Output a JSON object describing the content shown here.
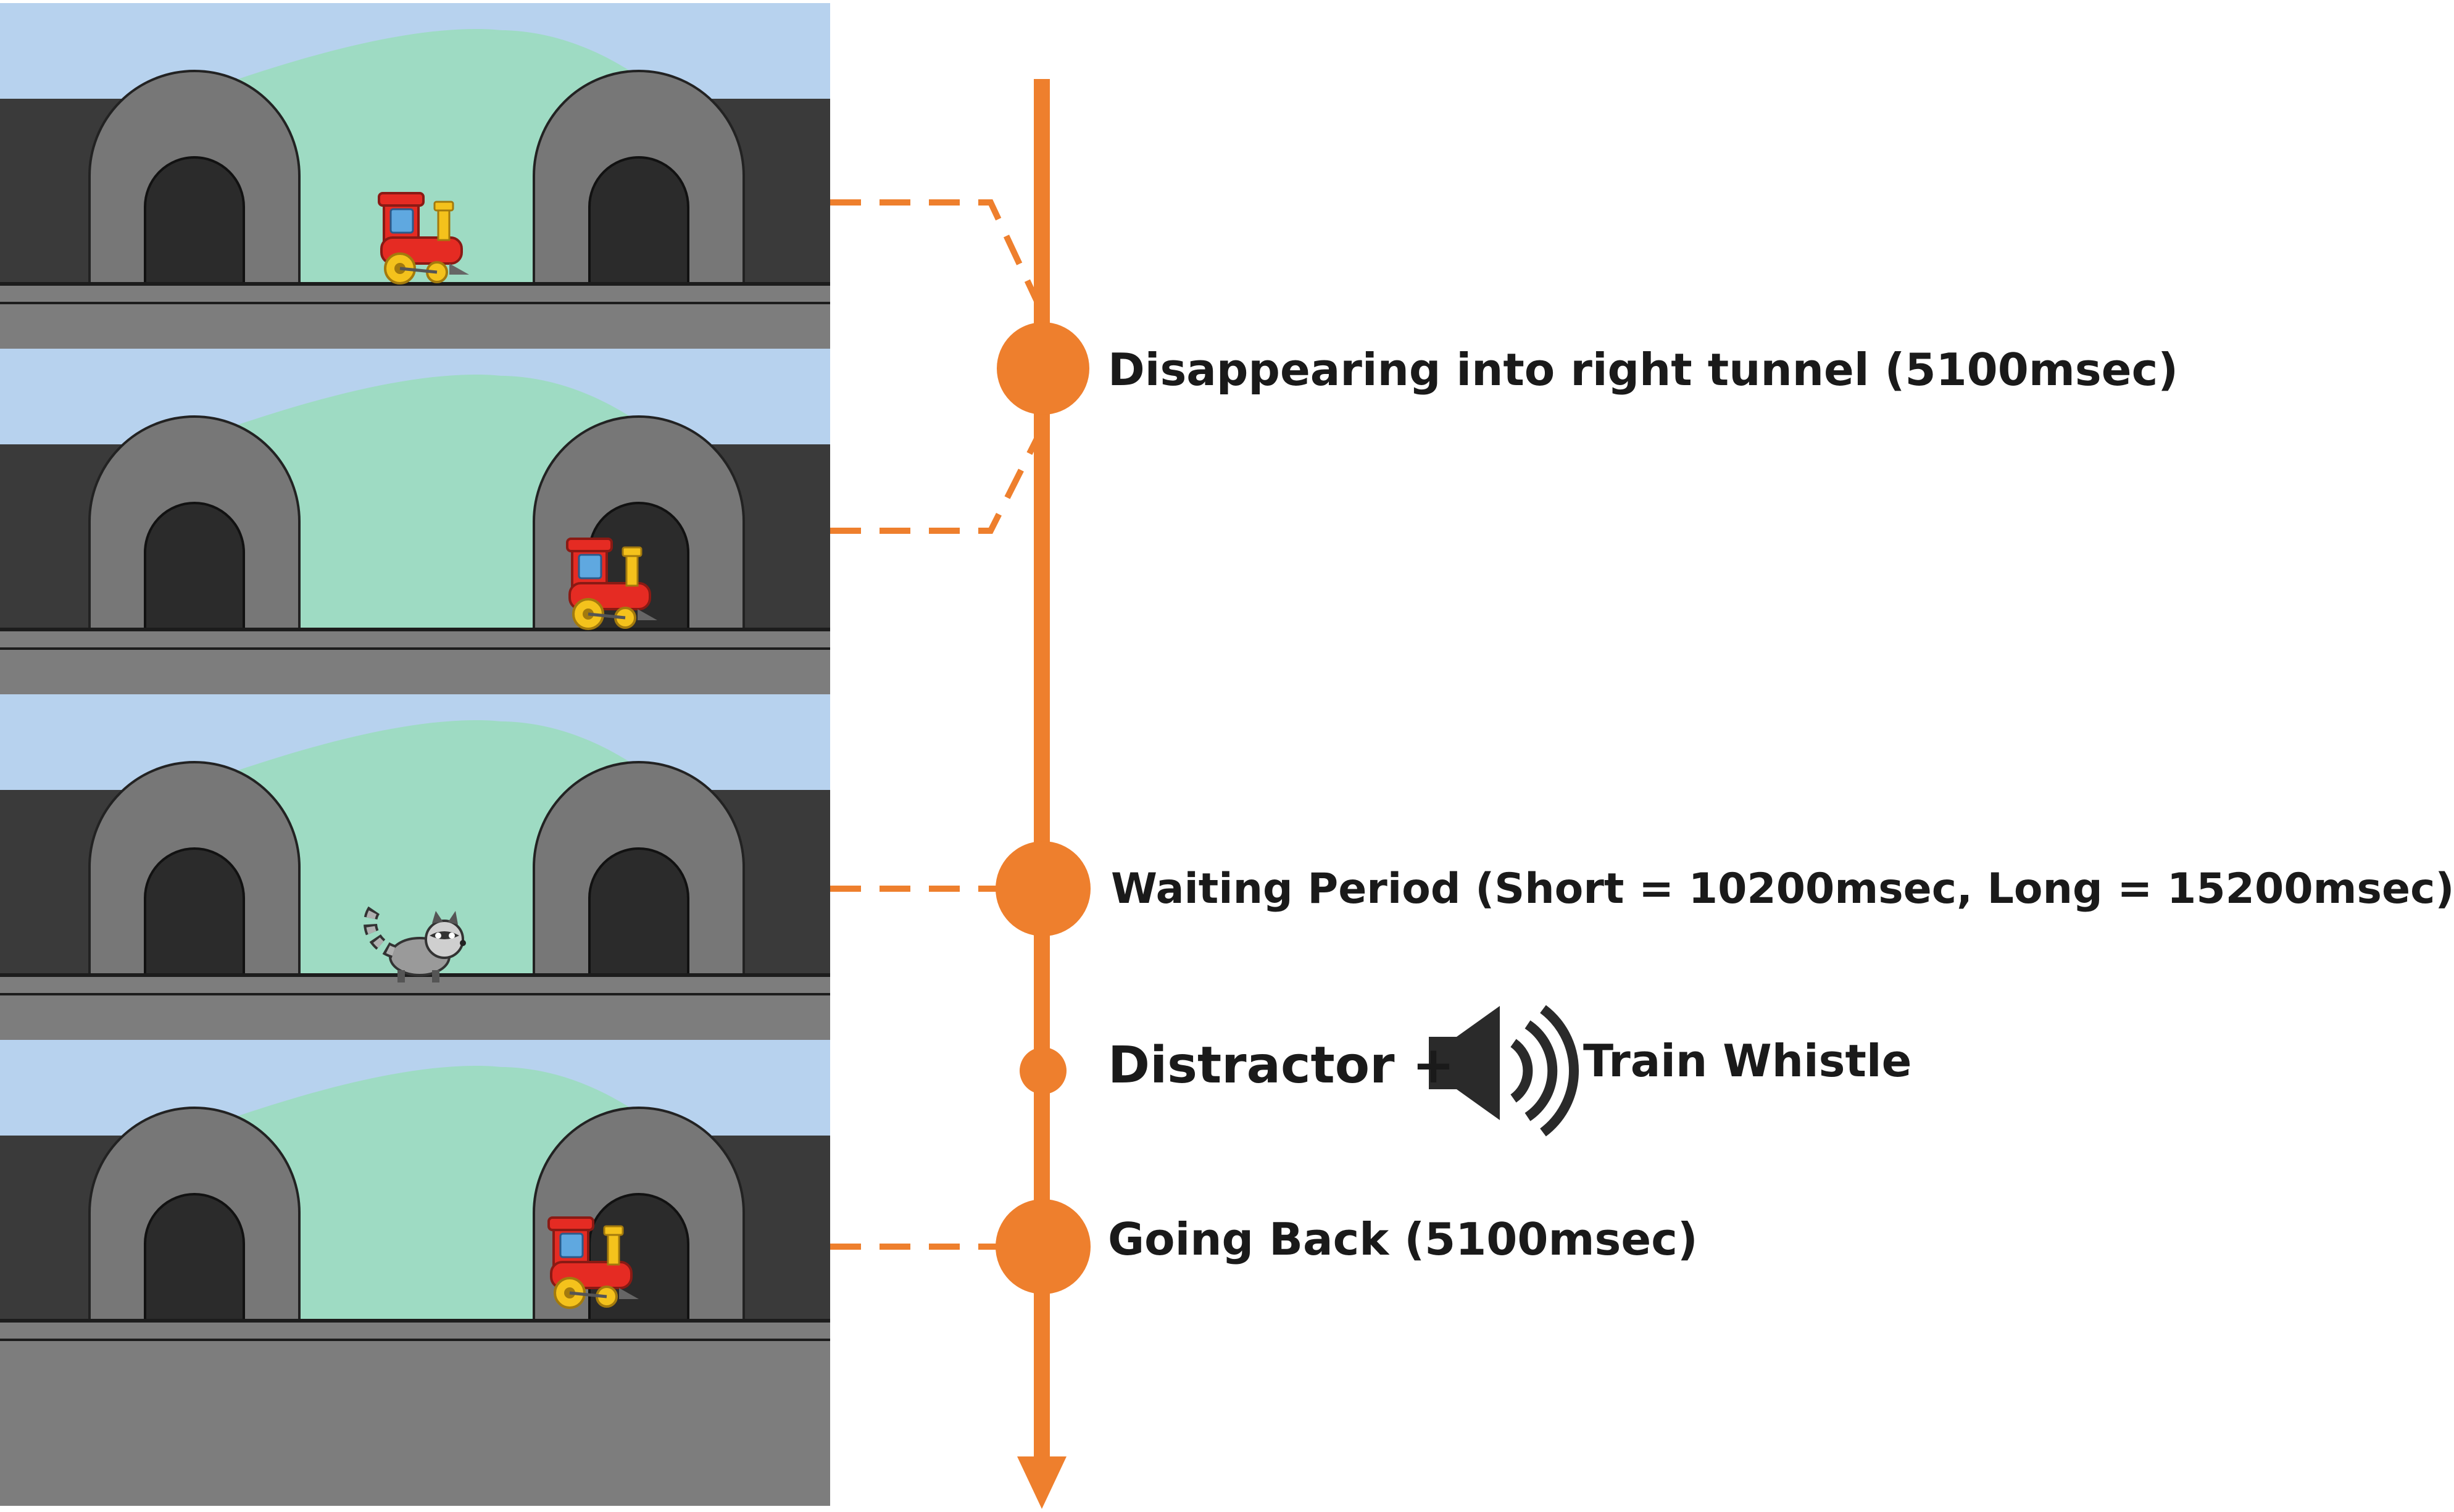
{
  "colors": {
    "timeline": "#ee7f2d",
    "sky": "#b7d2ee",
    "hill": "#9edbc3",
    "wall": "#3a3a3a",
    "tunnel_arch": "#777777",
    "tunnel_hole": "#2b2b2b",
    "ground": "#7d7d7d",
    "train_body": "#e52b23",
    "train_window": "#5fa8e0",
    "train_wheel": "#f4c21c",
    "text": "#1a1a1a"
  },
  "scenes": [
    {
      "name": "scene-1",
      "content": "train-at-center"
    },
    {
      "name": "scene-2",
      "content": "train-entering-right-tunnel"
    },
    {
      "name": "scene-3",
      "content": "raccoon-distractor"
    },
    {
      "name": "scene-4",
      "content": "train-leaving-right-tunnel"
    }
  ],
  "events": {
    "disappearing": "Disappearing into right tunnel (5100msec)",
    "waiting": "Waiting Period (Short = 10200msec, Long = 15200msec)",
    "distractor": "Distractor +",
    "whistle": "Train Whistle",
    "going_back": "Going Back (5100msec)"
  },
  "icons": {
    "speaker": "speaker-sound-icon",
    "train": "toy-train-icon",
    "raccoon": "raccoon-icon"
  }
}
